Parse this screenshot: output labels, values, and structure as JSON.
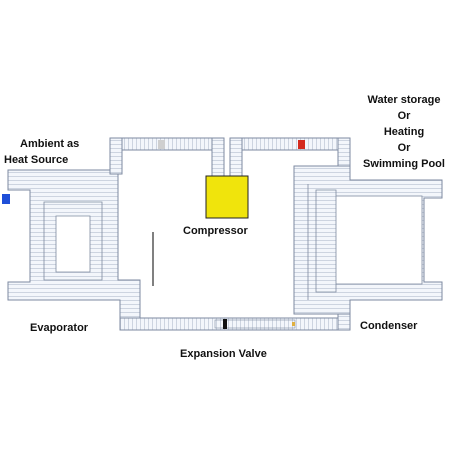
{
  "labels": {
    "source_line1": "Ambient as",
    "source_line2": "Heat  Source",
    "sink_line1": "Water storage",
    "sink_line2": "Or",
    "sink_line3": "Heating",
    "sink_line4": "Or",
    "sink_line5": "Swimming Pool",
    "compressor": "Compressor",
    "evaporator": "Evaporator",
    "condenser": "Condenser",
    "expansion_valve": "Expansion Valve"
  },
  "colors": {
    "pipe_fill": "#f3f6fb",
    "pipe_outline": "#7e8aa0",
    "coil_rib": "#b5bfd0",
    "compressor": "#f0e40c",
    "compressor_outline": "#222222",
    "cold_marker": "#1f4fd8",
    "hot_marker": "#d42a1e",
    "neutral_marker": "#cfcfcf",
    "valve": "#111111",
    "valve_accent": "#e0b040"
  }
}
